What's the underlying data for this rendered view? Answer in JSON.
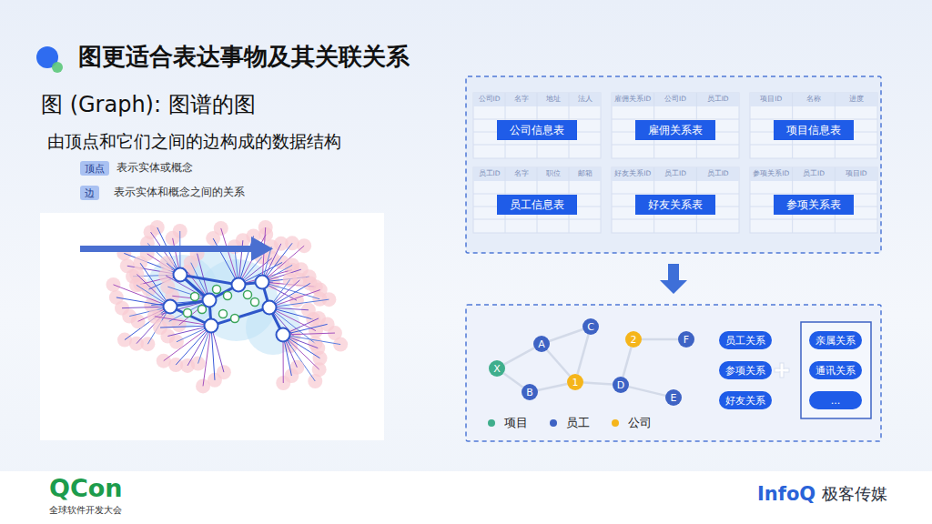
{
  "diagram": {
    "title": "图更适合表达事物及其关联关系",
    "nodes": [
      {
        "text": [
          "顶点"
        ]
      },
      {
        "text": [
          "边"
        ]
      },
      {
        "text": [
          "公司信息表"
        ]
      },
      {
        "text": [
          "雇佣关系表"
        ]
      },
      {
        "text": [
          "项目信息表"
        ]
      },
      {
        "text": [
          "员工信息表"
        ]
      },
      {
        "text": [
          "好友关系表"
        ]
      },
      {
        "text": [
          "参项关系表"
        ]
      },
      {
        "text": [
          "X"
        ]
      },
      {
        "text": [
          "A"
        ]
      },
      {
        "text": [
          "B"
        ]
      },
      {
        "text": [
          "C"
        ]
      },
      {
        "text": [
          "1"
        ]
      },
      {
        "text": [
          "D"
        ]
      },
      {
        "text": [
          "2"
        ]
      },
      {
        "text": [
          "F"
        ]
      },
      {
        "text": [
          "E"
        ]
      },
      {
        "text": [
          "员工关系"
        ]
      },
      {
        "text": [
          "参项关系"
        ]
      },
      {
        "text": [
          "好友关系"
        ]
      },
      {
        "text": [
          "亲属关系"
        ]
      },
      {
        "text": [
          "通讯关系"
        ]
      },
      {
        "text": [
          "..."
        ]
      }
    ],
    "edges": [
      {
        "from": 8,
        "to": 9,
        "arrow": "none"
      },
      {
        "from": 8,
        "to": 10,
        "arrow": "none"
      },
      {
        "from": 9,
        "to": 11,
        "arrow": "none"
      },
      {
        "from": 9,
        "to": 12,
        "arrow": "none"
      },
      {
        "from": 10,
        "to": 12,
        "arrow": "none"
      },
      {
        "from": 11,
        "to": 12,
        "arrow": "none"
      },
      {
        "from": 12,
        "to": 13,
        "arrow": "none"
      },
      {
        "from": 13,
        "to": 14,
        "arrow": "none"
      },
      {
        "from": 14,
        "to": 15,
        "arrow": "none"
      },
      {
        "from": 13,
        "to": 16,
        "arrow": "none"
      }
    ],
    "labels": [
      "图 (Graph): 图谱的图",
      "由顶点和它们之间的边构成的数据结构",
      "表示实体或概念",
      "表示实体和概念之间的关系",
      "公司ID",
      "名字",
      "地址",
      "法人",
      "雇佣关系ID",
      "公司ID",
      "员工ID",
      "项目ID",
      "名称",
      "进度",
      "员工ID",
      "名字",
      "职位",
      "邮箱",
      "好友关系ID",
      "员工ID",
      "员工ID",
      "参项关系ID",
      "员工ID",
      "项目ID",
      "QCon",
      "全球软件开发大会",
      "InfoQ",
      "极客传媒"
    ],
    "legend": [
      {
        "text": "项目",
        "color": "#3fae8c"
      },
      {
        "text": "员工",
        "color": "#3e63c4"
      },
      {
        "text": "公司",
        "color": "#f5b51b"
      }
    ]
  }
}
